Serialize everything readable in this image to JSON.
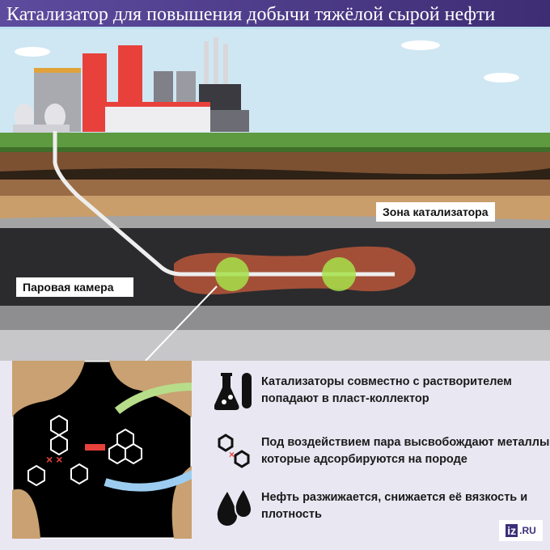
{
  "header": {
    "title": "Катализатор для повышения добычи тяжёлой сырой нефти"
  },
  "diagram": {
    "catalyst_zone_label": "Зона катализатора",
    "steam_chamber_label": "Паровая камера"
  },
  "steps": [
    {
      "icon": "lab-flask-icon",
      "text": "Катализаторы совместно с растворителем попадают в пласт-коллектор"
    },
    {
      "icon": "molecule-icon",
      "text": "Под воздействием пара высвобождают металлы, которые адсорбируются на породе"
    },
    {
      "icon": "oil-drops-icon",
      "text": "Нефть разжижается, снижается её вязкость и плотность"
    }
  ],
  "logo": {
    "iz": "iz",
    "ru": ".RU"
  },
  "colors": {
    "header": "#4e3d8c",
    "accent_red": "#e8413c",
    "catalyst_green": "#a6e04a",
    "steam_zone": "#b0533a"
  }
}
